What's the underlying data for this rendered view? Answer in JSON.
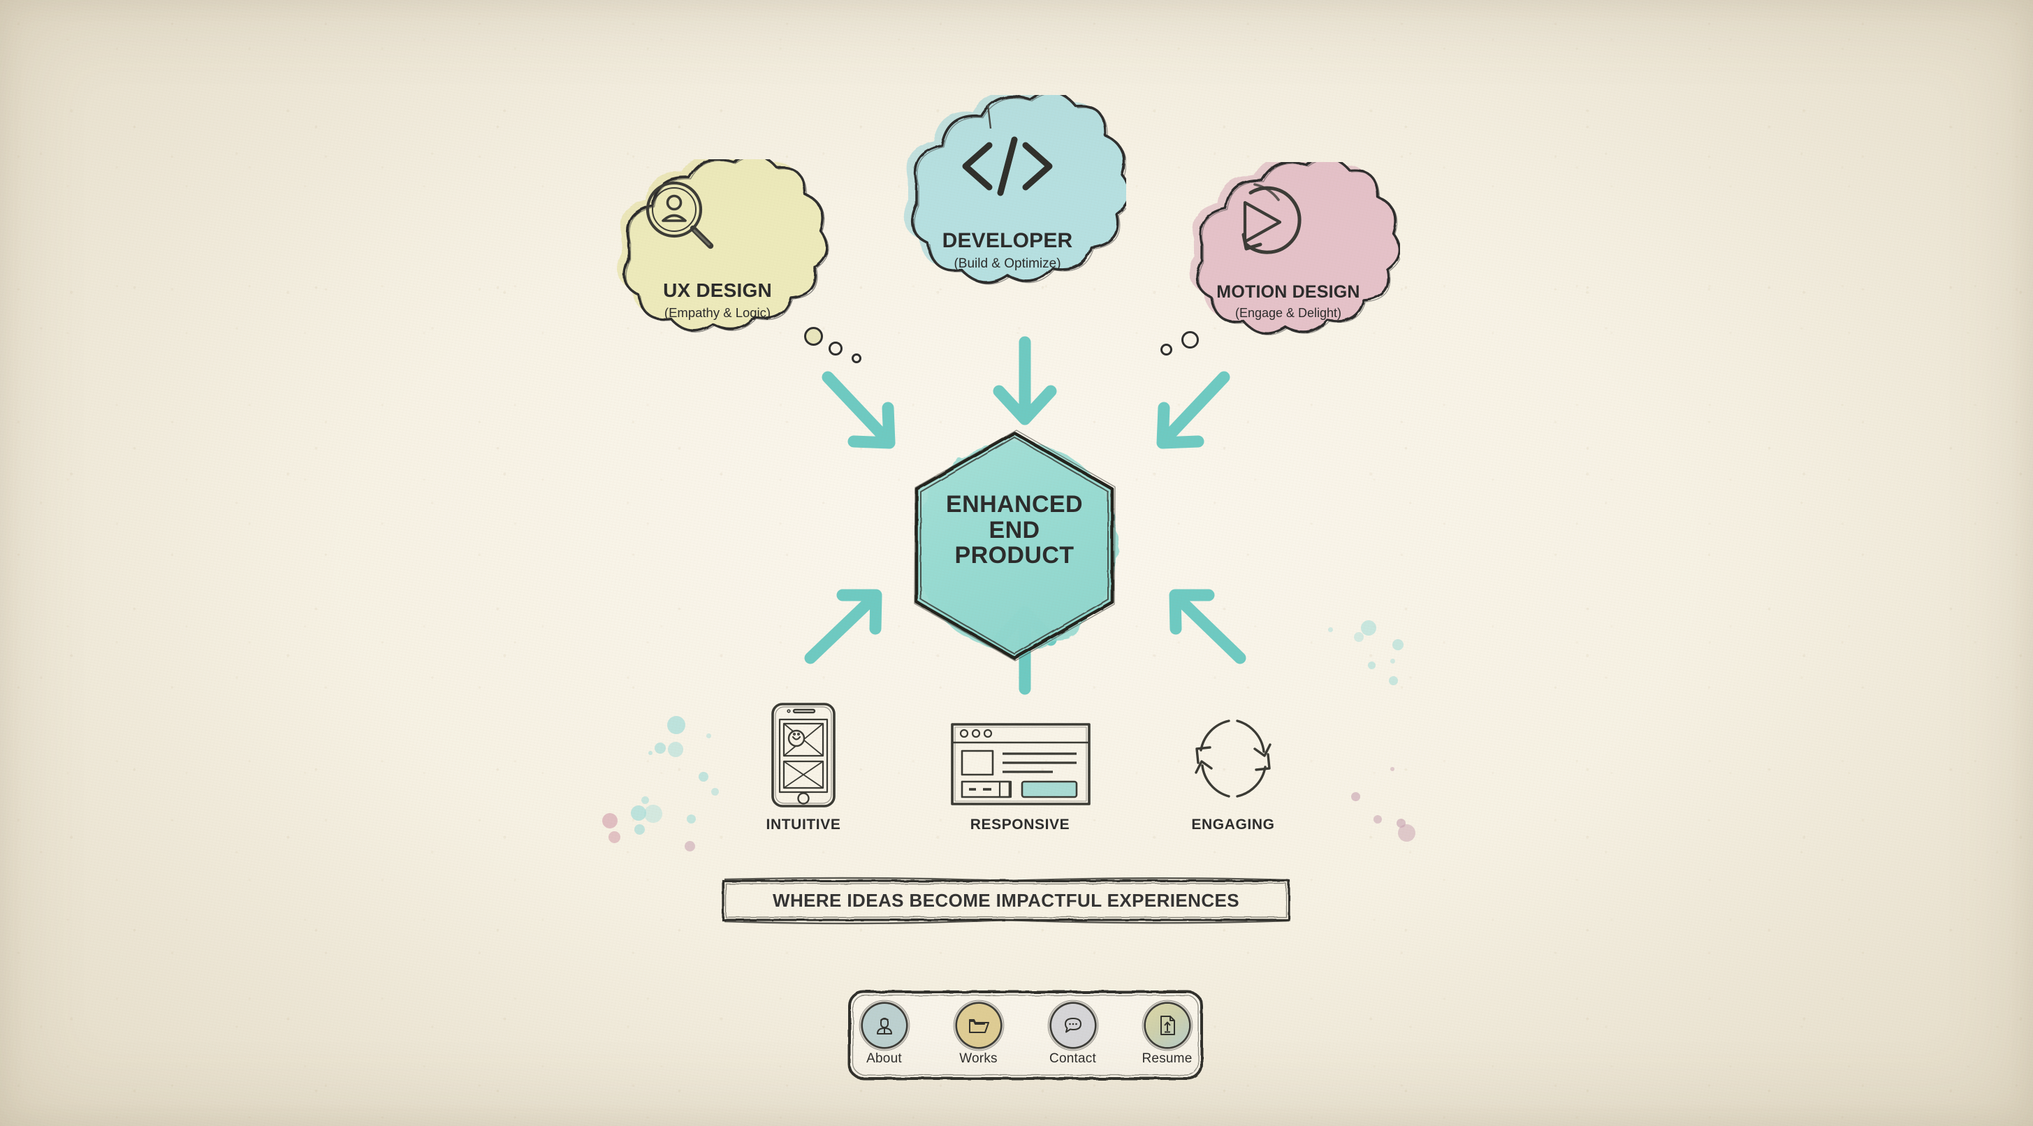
{
  "page": {
    "background_color": "#f7f2e6",
    "accent_teal": "#72cfc6",
    "ink": "#2b2b2b"
  },
  "clouds": [
    {
      "id": "ux-design",
      "title": "UX DESIGN",
      "subtitle": "(Empathy & Logic)",
      "icon": "user-magnifier-icon",
      "fill": "#ece9b8"
    },
    {
      "id": "developer",
      "title": "DEVELOPER",
      "subtitle": "(Build & Optimize)",
      "icon": "code-brackets-icon",
      "fill": "#b5dfe0"
    },
    {
      "id": "motion-design",
      "title": "MOTION DESIGN",
      "subtitle": "(Engage & Delight)",
      "icon": "play-replay-icon",
      "fill": "#e4bfc6"
    }
  ],
  "hexagon": {
    "line1": "ENHANCED",
    "line2": "END",
    "line3": "PRODUCT",
    "fill": "#9bddd5"
  },
  "features": [
    {
      "id": "intuitive",
      "label": "INTUITIVE",
      "icon": "mobile-wireframe-icon"
    },
    {
      "id": "responsive",
      "label": "RESPONSIVE",
      "icon": "browser-window-icon"
    },
    {
      "id": "engaging",
      "label": "ENGAGING",
      "icon": "refresh-cycle-icon"
    }
  ],
  "tagline": {
    "text": "WHERE IDEAS BECOME IMPACTFUL EXPERIENCES"
  },
  "nav": {
    "items": [
      {
        "id": "about",
        "label": "About",
        "icon": "person-icon",
        "fill": "#bdd2d2"
      },
      {
        "id": "works",
        "label": "Works",
        "icon": "folder-icon",
        "fill": "#e0ce95"
      },
      {
        "id": "contact",
        "label": "Contact",
        "icon": "chat-bubble-icon",
        "fill": "#d7d7da"
      },
      {
        "id": "resume",
        "label": "Resume",
        "icon": "document-arrow-icon",
        "fill": "#cfd2ae"
      }
    ]
  }
}
